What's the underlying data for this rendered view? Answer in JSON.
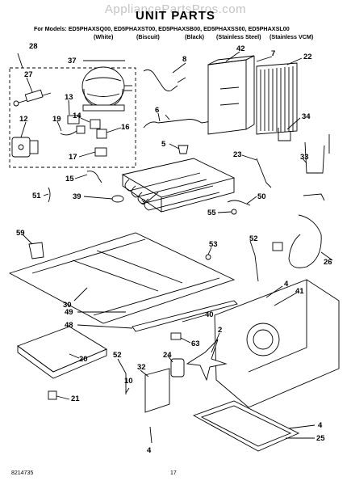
{
  "watermark": "AppliancePartsPros.com",
  "header": {
    "title": "UNIT PARTS",
    "models_prefix": "For Models:",
    "models": "ED5PHAXSQ00, ED5PHAXST00, ED5PHAXSB00, ED5PHAXSS00, ED5PHAXSL00",
    "finishes": [
      "(White)",
      "(Biscuit)",
      "(Black)",
      "(Stainless Steel)",
      "(Stainless VCM)"
    ]
  },
  "callouts": [
    "28",
    "37",
    "27",
    "8",
    "42",
    "7",
    "22",
    "13",
    "12",
    "19",
    "14",
    "16",
    "17",
    "6",
    "34",
    "5",
    "23",
    "33",
    "15",
    "51",
    "39",
    "3",
    "50",
    "55",
    "59",
    "53",
    "52",
    "26",
    "30",
    "49",
    "40",
    "4",
    "41",
    "48",
    "2",
    "63",
    "52",
    "10",
    "24",
    "32",
    "20",
    "21",
    "4",
    "25",
    "4"
  ],
  "footer": {
    "doc_number": "8214735",
    "page_number": "17"
  }
}
